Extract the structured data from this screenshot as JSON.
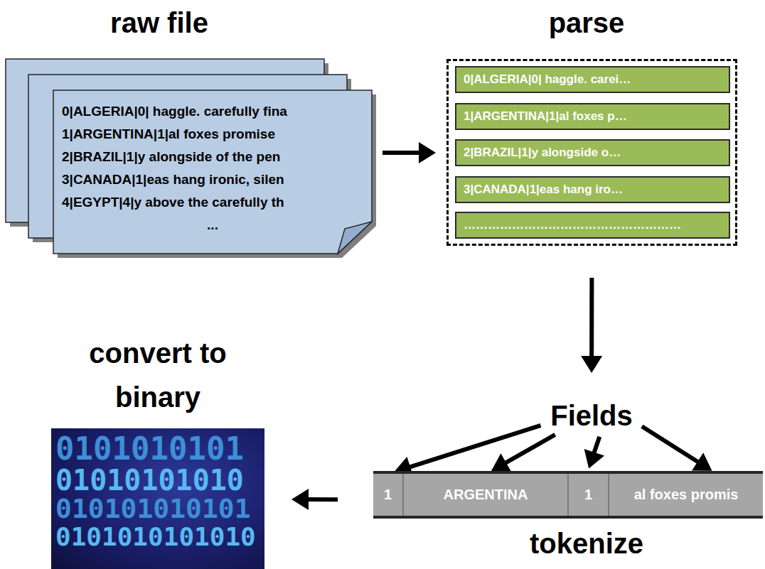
{
  "diagram": {
    "nodes": [
      {
        "text": [
          "raw file",
          "0|ALGERIA|0| haggle. carefully fina",
          "1|ARGENTINA|1|al foxes promise",
          "2|BRAZIL|1|y alongside of the pen",
          "3|CANADA|1|eas hang ironic, silen",
          "4|EGYPT|4|y above the carefully th",
          "..."
        ]
      },
      {
        "text": [
          "parse"
        ]
      },
      {
        "text": [
          "0|ALGERIA|0| haggle. carei…"
        ],
        "in": 1
      },
      {
        "text": [
          "1|ARGENTINA|1|al foxes p…"
        ],
        "in": 1
      },
      {
        "text": [
          "2|BRAZIL|1|y alongside o…"
        ],
        "in": 1
      },
      {
        "text": [
          "3|CANADA|1|eas hang iro…"
        ],
        "in": 1
      },
      {
        "text": [
          "………………………………………………"
        ],
        "in": 1
      },
      {
        "text": [
          "Fields"
        ]
      },
      {
        "text": [
          "tokenize"
        ]
      },
      {
        "text": [
          "1"
        ],
        "in": 8
      },
      {
        "text": [
          "ARGENTINA"
        ],
        "in": 8
      },
      {
        "text": [
          "1"
        ],
        "in": 8
      },
      {
        "text": [
          "al foxes promis"
        ],
        "in": 8
      },
      {
        "text": [
          "convert to binary",
          "0101010101",
          "01010101010",
          "010101010101",
          "0101010101010"
        ]
      }
    ],
    "edges": [
      {
        "from": 0,
        "to": 1,
        "arrow": "to"
      },
      {
        "from": 1,
        "to": 7,
        "arrow": "to"
      },
      {
        "from": 7,
        "to": 9,
        "arrow": "to"
      },
      {
        "from": 7,
        "to": 10,
        "arrow": "to"
      },
      {
        "from": 7,
        "to": 11,
        "arrow": "to"
      },
      {
        "from": 7,
        "to": 12,
        "arrow": "to"
      },
      {
        "from": 8,
        "to": 13,
        "arrow": "to"
      }
    ]
  }
}
